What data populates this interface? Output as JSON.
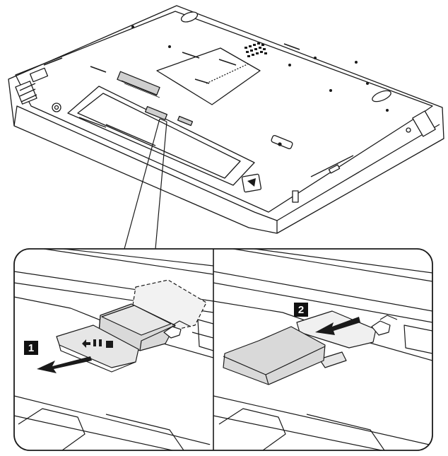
{
  "steps": [
    {
      "number": "1",
      "action": "slide-tray-out"
    },
    {
      "number": "2",
      "action": "remove-sim-card"
    }
  ],
  "colors": {
    "line": "#1a1a1a",
    "card_fill": "#d9d9d9",
    "tray_fill": "#e6e6e6",
    "badge_fill": "#111111",
    "background": "#ffffff"
  },
  "icons": [
    "laptop-bottom-view",
    "sim-tray",
    "sim-card",
    "arrow-icon",
    "lock-slide-icon"
  ]
}
